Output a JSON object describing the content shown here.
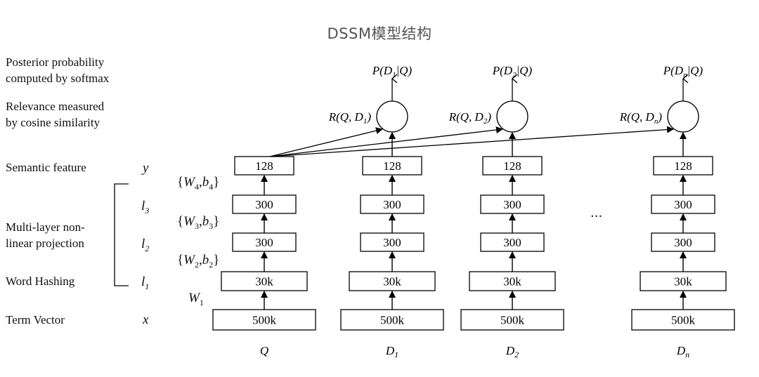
{
  "title": "DSSM模型结构",
  "left_labels": {
    "posterior": [
      "Posterior probability",
      "computed by softmax"
    ],
    "relevance": [
      "Relevance measured",
      "by cosine similarity"
    ],
    "semantic": "Semantic feature",
    "multilayer": [
      "Multi-layer non-",
      "linear projection"
    ],
    "word_hashing": "Word Hashing",
    "term_vector": "Term Vector"
  },
  "layer_symbols": {
    "y": "y",
    "l3_base": "l",
    "l3_sub": "3",
    "l2_base": "l",
    "l2_sub": "2",
    "l1_base": "l",
    "l1_sub": "1",
    "x": "x"
  },
  "weights": {
    "w4": {
      "w": "W",
      "wsub": "4",
      "b": "b",
      "bsub": "4"
    },
    "w3": {
      "w": "W",
      "wsub": "3",
      "b": "b",
      "bsub": "3"
    },
    "w2": {
      "w": "W",
      "wsub": "2",
      "b": "b",
      "bsub": "2"
    },
    "w1": {
      "w": "W",
      "wsub": "1"
    }
  },
  "layer_sizes": [
    "500k",
    "30k",
    "300",
    "300",
    "128"
  ],
  "columns": [
    {
      "id": "q",
      "bottom_label": "Q",
      "bottom_sub": "",
      "posterior": "",
      "relevance": ""
    },
    {
      "id": "d1",
      "bottom_label": "D",
      "bottom_sub": "1",
      "posterior": "P(D1|Q)",
      "relevance": "R(Q, D1)"
    },
    {
      "id": "d2",
      "bottom_label": "D",
      "bottom_sub": "2",
      "posterior": "P(D2|Q)",
      "relevance": "R(Q, D2)"
    },
    {
      "id": "dn",
      "bottom_label": "D",
      "bottom_sub": "n",
      "posterior": "P(Dn|Q)",
      "relevance": "R(Q, Dn)"
    }
  ],
  "ellipsis": "···"
}
